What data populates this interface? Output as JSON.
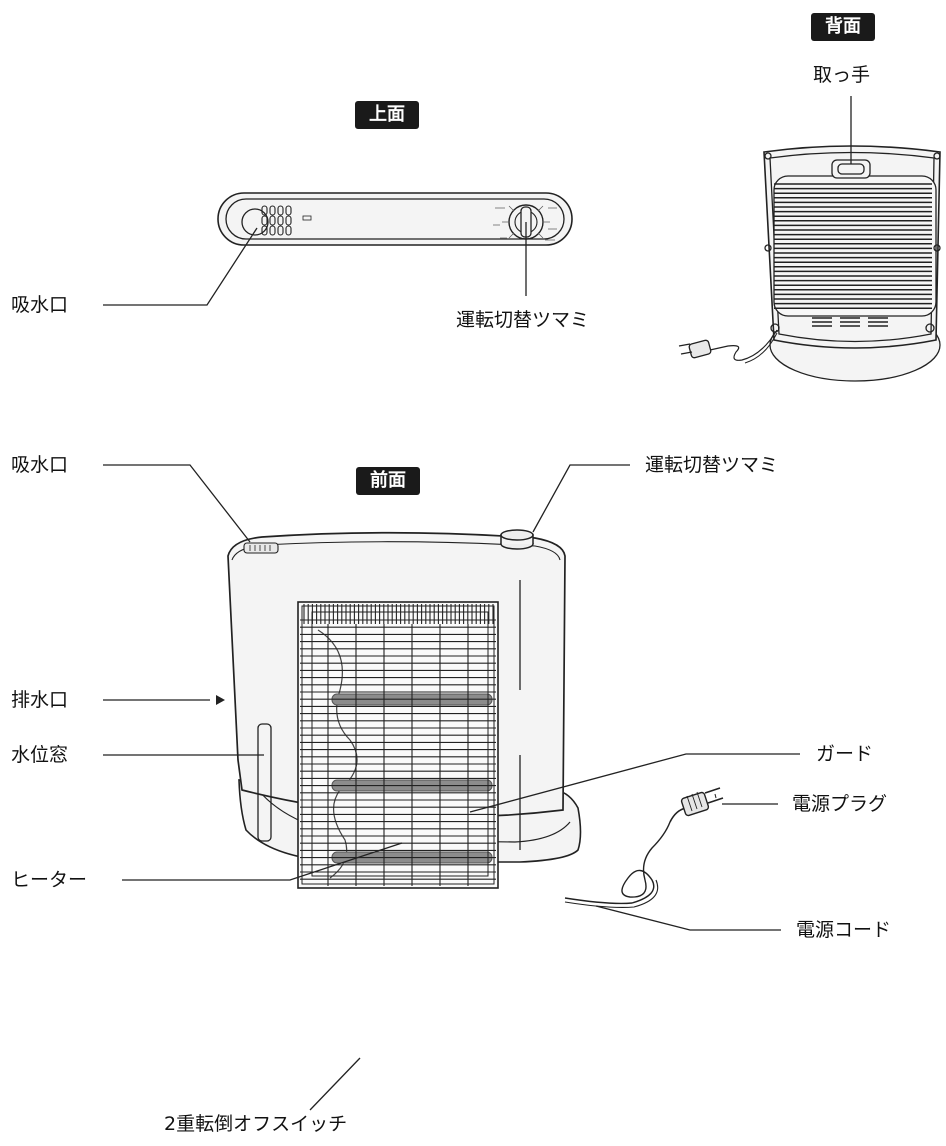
{
  "views": {
    "top": "上面",
    "back": "背面",
    "front": "前面"
  },
  "callouts": {
    "top_intake": "吸水口",
    "top_knob": "運転切替ツマミ",
    "back_handle": "取っ手",
    "front_intake": "吸水口",
    "front_knob": "運転切替ツマミ",
    "drain": "排水口",
    "water_window": "水位窓",
    "guard": "ガード",
    "heater": "ヒーター",
    "plug": "電源プラグ",
    "cord": "電源コード",
    "tip_switch": "2重転倒オフスイッチ"
  },
  "colors": {
    "line": "#222222",
    "body_fill": "#f4f4f4",
    "heater_bar": "#8c8c8c",
    "badge_bg": "#1a1a1a"
  }
}
